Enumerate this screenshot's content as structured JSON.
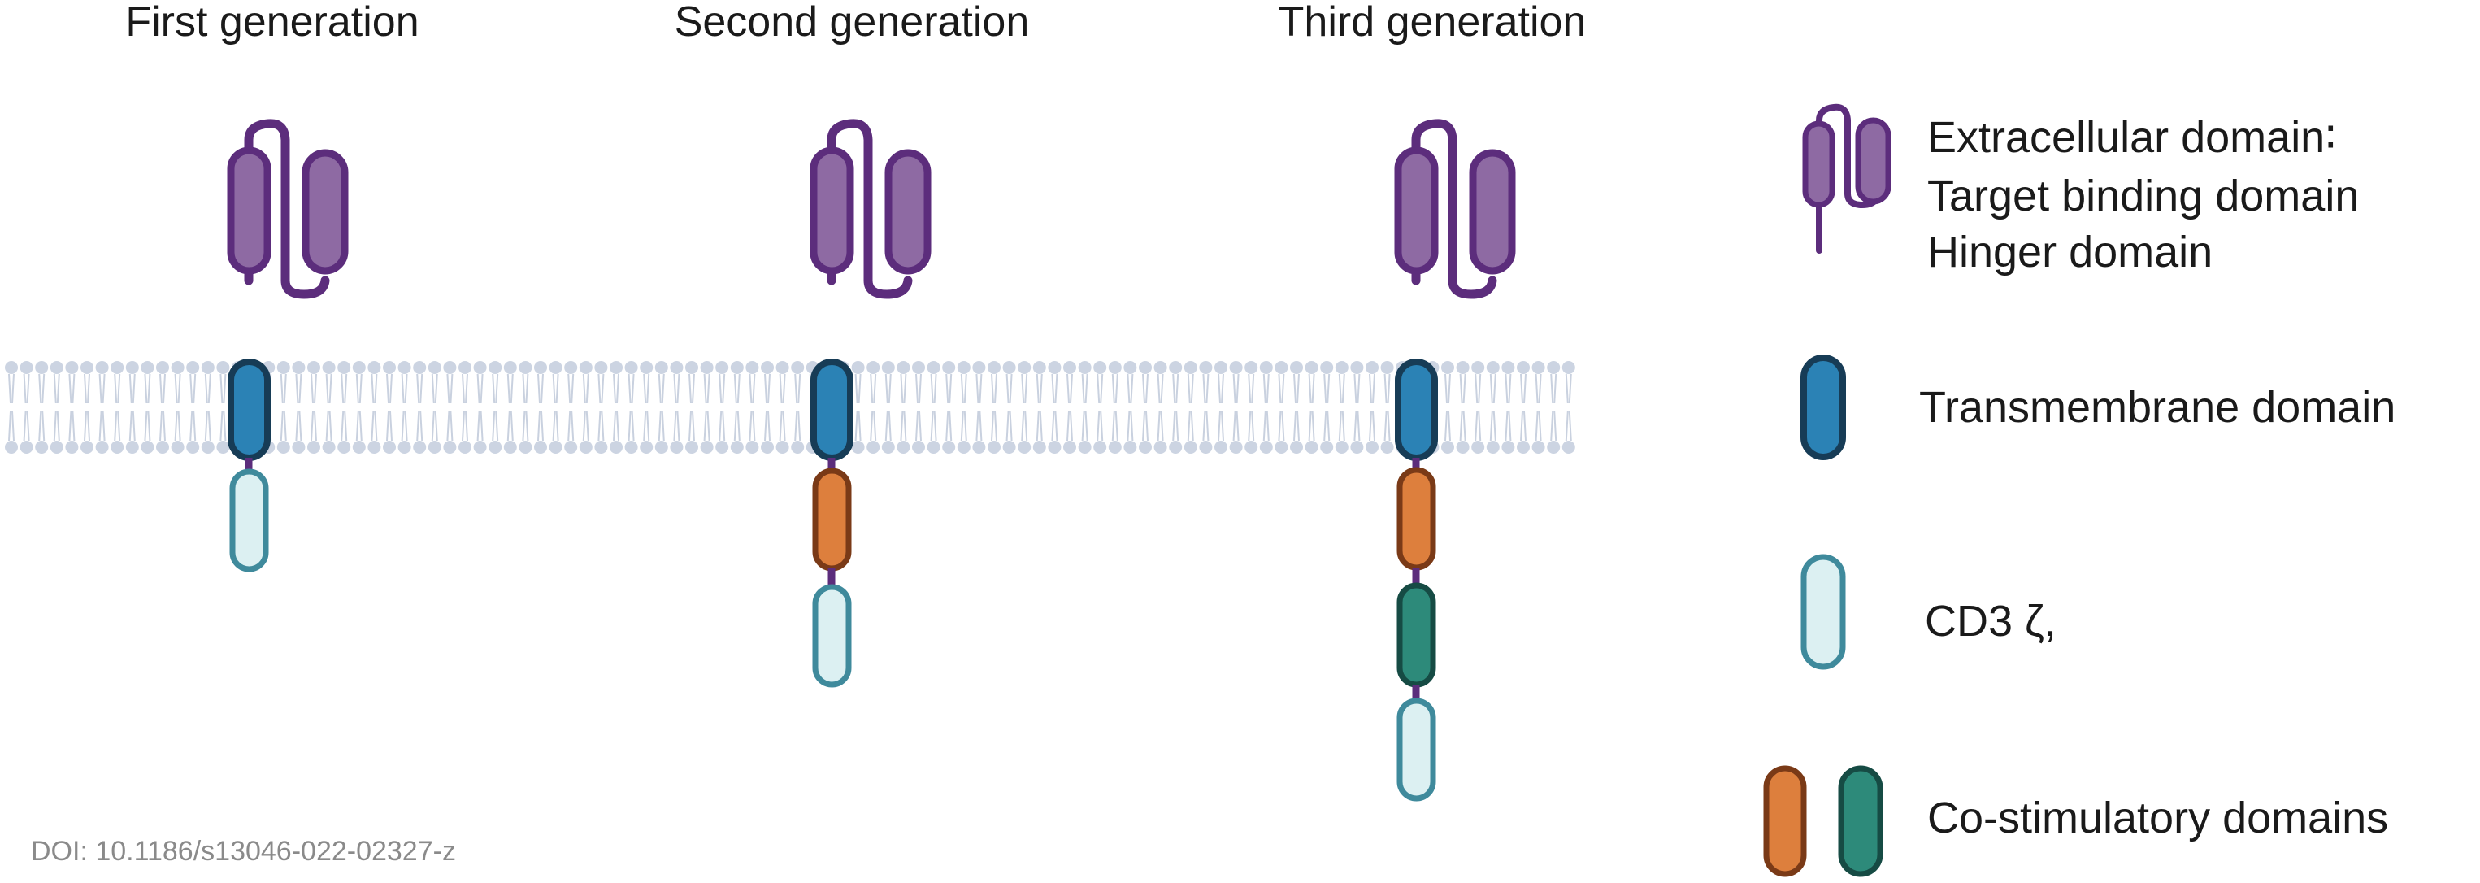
{
  "generations": [
    {
      "title": "First generation",
      "domains": [
        "CD3 ζ,"
      ]
    },
    {
      "title": "Second generation",
      "domains": [
        "Co-stimulatory domains",
        "CD3 ζ,"
      ]
    },
    {
      "title": "Third generation",
      "domains": [
        "Co-stimulatory domains",
        "Co-stimulatory domains",
        "CD3 ζ,"
      ]
    }
  ],
  "legend": {
    "extracellular": {
      "line1": "Extracellular domain∶",
      "line2": "Target binding domain",
      "line3": "Hinger domain"
    },
    "transmembrane": "Transmembrane  domain",
    "cd3z": "CD3 ζ,",
    "costimulatory": "Co-stimulatory domains"
  },
  "doi": "DOI: 10.1186/s13046-022-02327-z",
  "colors": {
    "extracellular_fill": "#8e6aa3",
    "extracellular_stroke": "#5c2d7c",
    "transmembrane_fill": "#2b82b5",
    "cd3z_fill": "#dcf0f2",
    "costim_orange_fill": "#dd7f3d",
    "costim_teal_fill": "#2d8a7a",
    "membrane": "#ccd4e2"
  }
}
